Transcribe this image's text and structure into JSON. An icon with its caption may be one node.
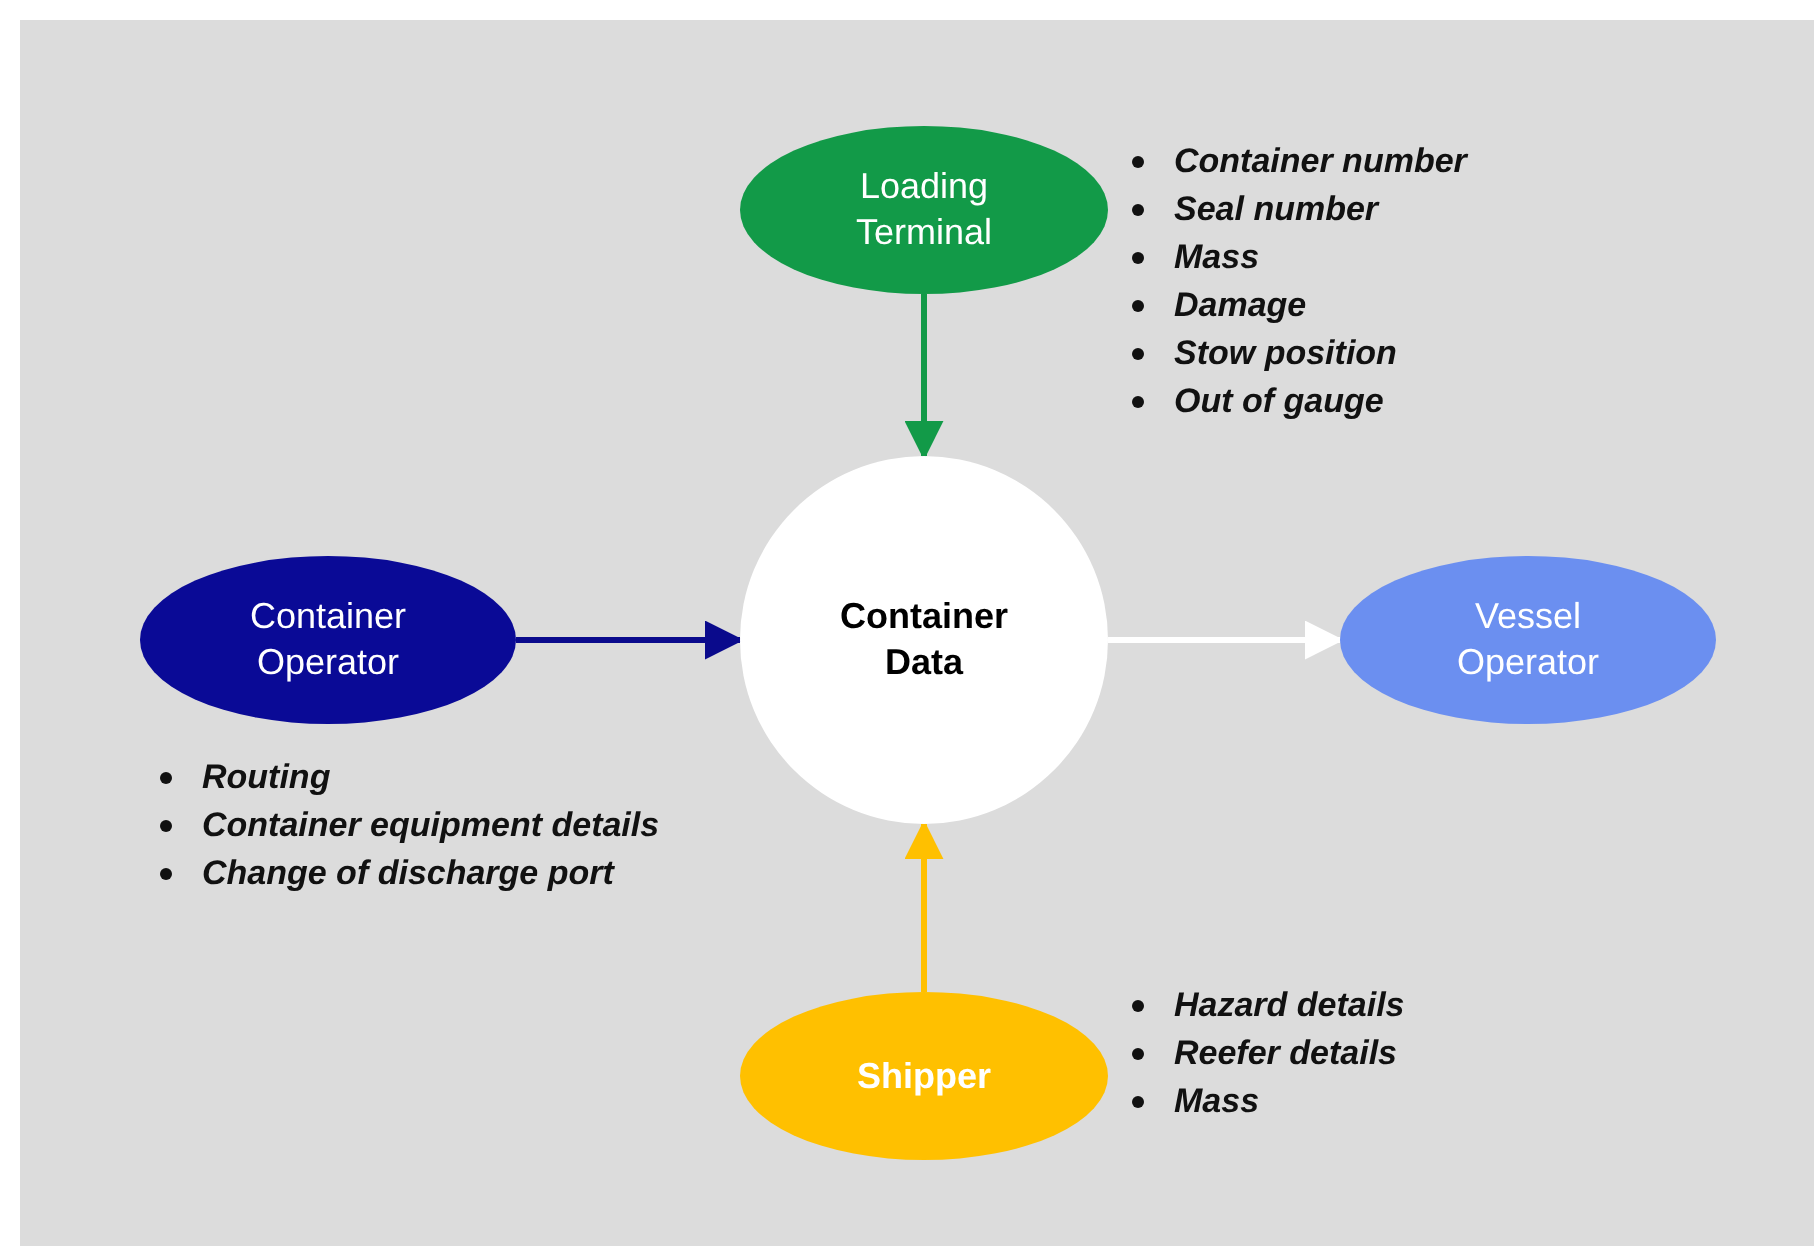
{
  "diagram": {
    "nodes": [
      {
        "text": [
          "Loading Terminal"
        ],
        "beside": [
          "Container number",
          "Seal number",
          "Mass",
          "Damage",
          "Stow position",
          "Out of gauge"
        ]
      },
      {
        "text": [
          "Container Operator"
        ],
        "beside": [
          "Routing",
          "Container equipment details",
          "Change of discharge port"
        ]
      },
      {
        "text": [
          "Container Data"
        ]
      },
      {
        "text": [
          "Vessel Operator"
        ]
      },
      {
        "text": [
          "Shipper"
        ],
        "beside": [
          "Hazard details",
          "Reefer details",
          "Mass"
        ]
      }
    ],
    "edges": [
      {
        "from": 0,
        "to": 2,
        "arrow": "to",
        "color": "#129a48"
      },
      {
        "from": 1,
        "to": 2,
        "arrow": "to",
        "color": "#0a0a8c"
      },
      {
        "from": 2,
        "to": 3,
        "arrow": "to",
        "color": "#ffffff"
      },
      {
        "from": 4,
        "to": 2,
        "arrow": "to",
        "color": "#ffc000"
      }
    ]
  }
}
